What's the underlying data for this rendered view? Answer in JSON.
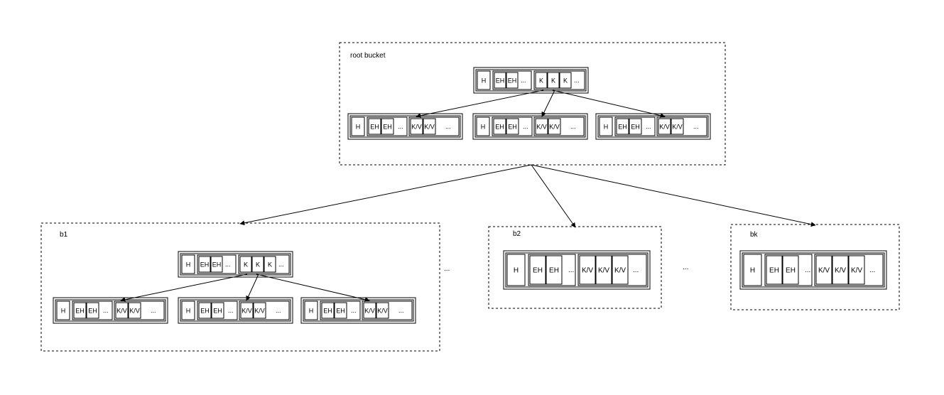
{
  "containers": {
    "root": {
      "label": "root bucket"
    },
    "b1": {
      "label": "b1"
    },
    "b2": {
      "label": "b2"
    },
    "bk": {
      "label": "bk"
    }
  },
  "cell_text": {
    "header": "H",
    "element_header": "EH",
    "key": "K",
    "key_value": "K/V",
    "ellipsis": "..."
  },
  "gaps": {
    "between_b1_b2": "...",
    "between_b2_bk": "..."
  }
}
